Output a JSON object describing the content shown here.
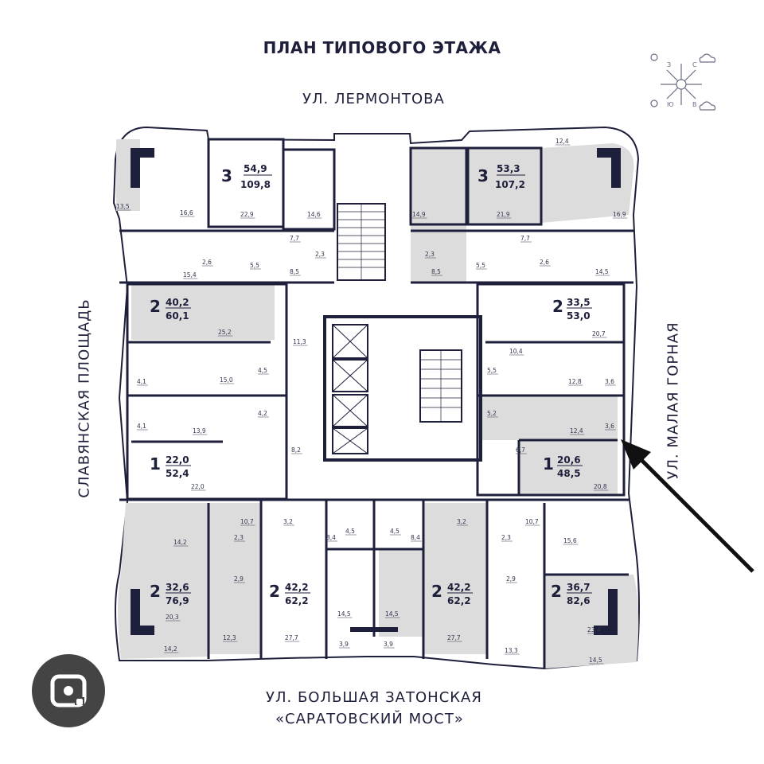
{
  "title": "ПЛАН ТИПОВОГО ЭТАЖА",
  "streets": {
    "top": "УЛ. ЛЕРМОНТОВА",
    "left": "СЛАВЯНСКАЯ ПЛОЩАДЬ",
    "right": "УЛ. МАЛАЯ ГОРНАЯ",
    "bottom1": "УЛ. БОЛЬШАЯ ЗАТОНСКАЯ",
    "bottom2": "«САРАТОВСКИЙ МОСТ»"
  },
  "compass": {
    "n": "С",
    "s": "Ю",
    "w": "З",
    "e": "В"
  },
  "apartments": [
    {
      "id": "nw3",
      "rooms": "3",
      "living": "54,9",
      "total": "109,8"
    },
    {
      "id": "ne3",
      "rooms": "3",
      "living": "53,3",
      "total": "107,2"
    },
    {
      "id": "w2a",
      "rooms": "2",
      "living": "40,2",
      "total": "60,1"
    },
    {
      "id": "e2a",
      "rooms": "2",
      "living": "33,5",
      "total": "53,0"
    },
    {
      "id": "w1",
      "rooms": "1",
      "living": "22,0",
      "total": "52,4"
    },
    {
      "id": "e1",
      "rooms": "1",
      "living": "20,6",
      "total": "48,5"
    },
    {
      "id": "sw2",
      "rooms": "2",
      "living": "32,6",
      "total": "76,9"
    },
    {
      "id": "s2l",
      "rooms": "2",
      "living": "42,2",
      "total": "62,2"
    },
    {
      "id": "s2r",
      "rooms": "2",
      "living": "42,2",
      "total": "62,2"
    },
    {
      "id": "se2",
      "rooms": "2",
      "living": "36,7",
      "total": "82,6"
    }
  ],
  "room_labels": [
    "13,5",
    "16,6",
    "22,9",
    "14,6",
    "7,7",
    "2,6",
    "5,5",
    "15,4",
    "2,3",
    "8,5",
    "14,9",
    "2,3",
    "21,9",
    "12,4",
    "16,9",
    "7,7",
    "2,6",
    "5,5",
    "8,5",
    "14,5",
    "25,2",
    "11,3",
    "4,1",
    "15,0",
    "4,5",
    "4,2",
    "4,1",
    "13,9",
    "8,2",
    "22,0",
    "20,7",
    "10,4",
    "5,5",
    "12,8",
    "3,6",
    "5,2",
    "12,4",
    "3,6",
    "6,7",
    "20,8",
    "10,7",
    "14,2",
    "2,3",
    "2,9",
    "3,2",
    "8,4",
    "4,5",
    "4,5",
    "8,4",
    "3,2",
    "10,7",
    "2,3",
    "15,6",
    "2,9",
    "20,3",
    "12,3",
    "27,7",
    "14,5",
    "14,5",
    "27,7",
    "13,3",
    "23,4",
    "14,2",
    "3,9",
    "3,9",
    "14,5"
  ],
  "colors": {
    "wall": "#1e1f3a",
    "shade": "#dcdcdc",
    "floor": "#ffffff"
  }
}
